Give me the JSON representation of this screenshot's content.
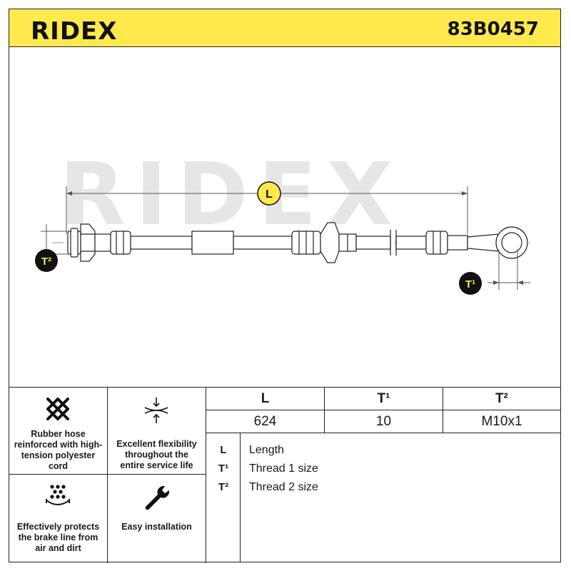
{
  "header": {
    "brand": "RIDEX",
    "part_number": "83B0457",
    "brand_color": "#111111",
    "background_color": "#ffe94d"
  },
  "drawing": {
    "watermark": "RIDEX",
    "labels": {
      "length": "L",
      "thread1": "T¹",
      "thread2": "T²"
    }
  },
  "features": [
    {
      "icon": "crosshatch-weave-icon",
      "text": "Rubber hose reinforced with high-tension polyester cord"
    },
    {
      "icon": "flex-arrows-icon",
      "text": "Excellent flexibility throughout the entire service life"
    },
    {
      "icon": "dirt-shield-icon",
      "text": "Effectively protects the brake line from air and dirt"
    },
    {
      "icon": "wrench-icon",
      "text": "Easy installation"
    }
  ],
  "specs": {
    "headers": [
      "L",
      "T¹",
      "T²"
    ],
    "values": [
      "624",
      "10",
      "M10x1"
    ]
  },
  "legend": [
    {
      "symbol": "L",
      "description": "Length"
    },
    {
      "symbol": "T¹",
      "description": "Thread 1 size"
    },
    {
      "symbol": "T²",
      "description": "Thread 2 size"
    }
  ]
}
